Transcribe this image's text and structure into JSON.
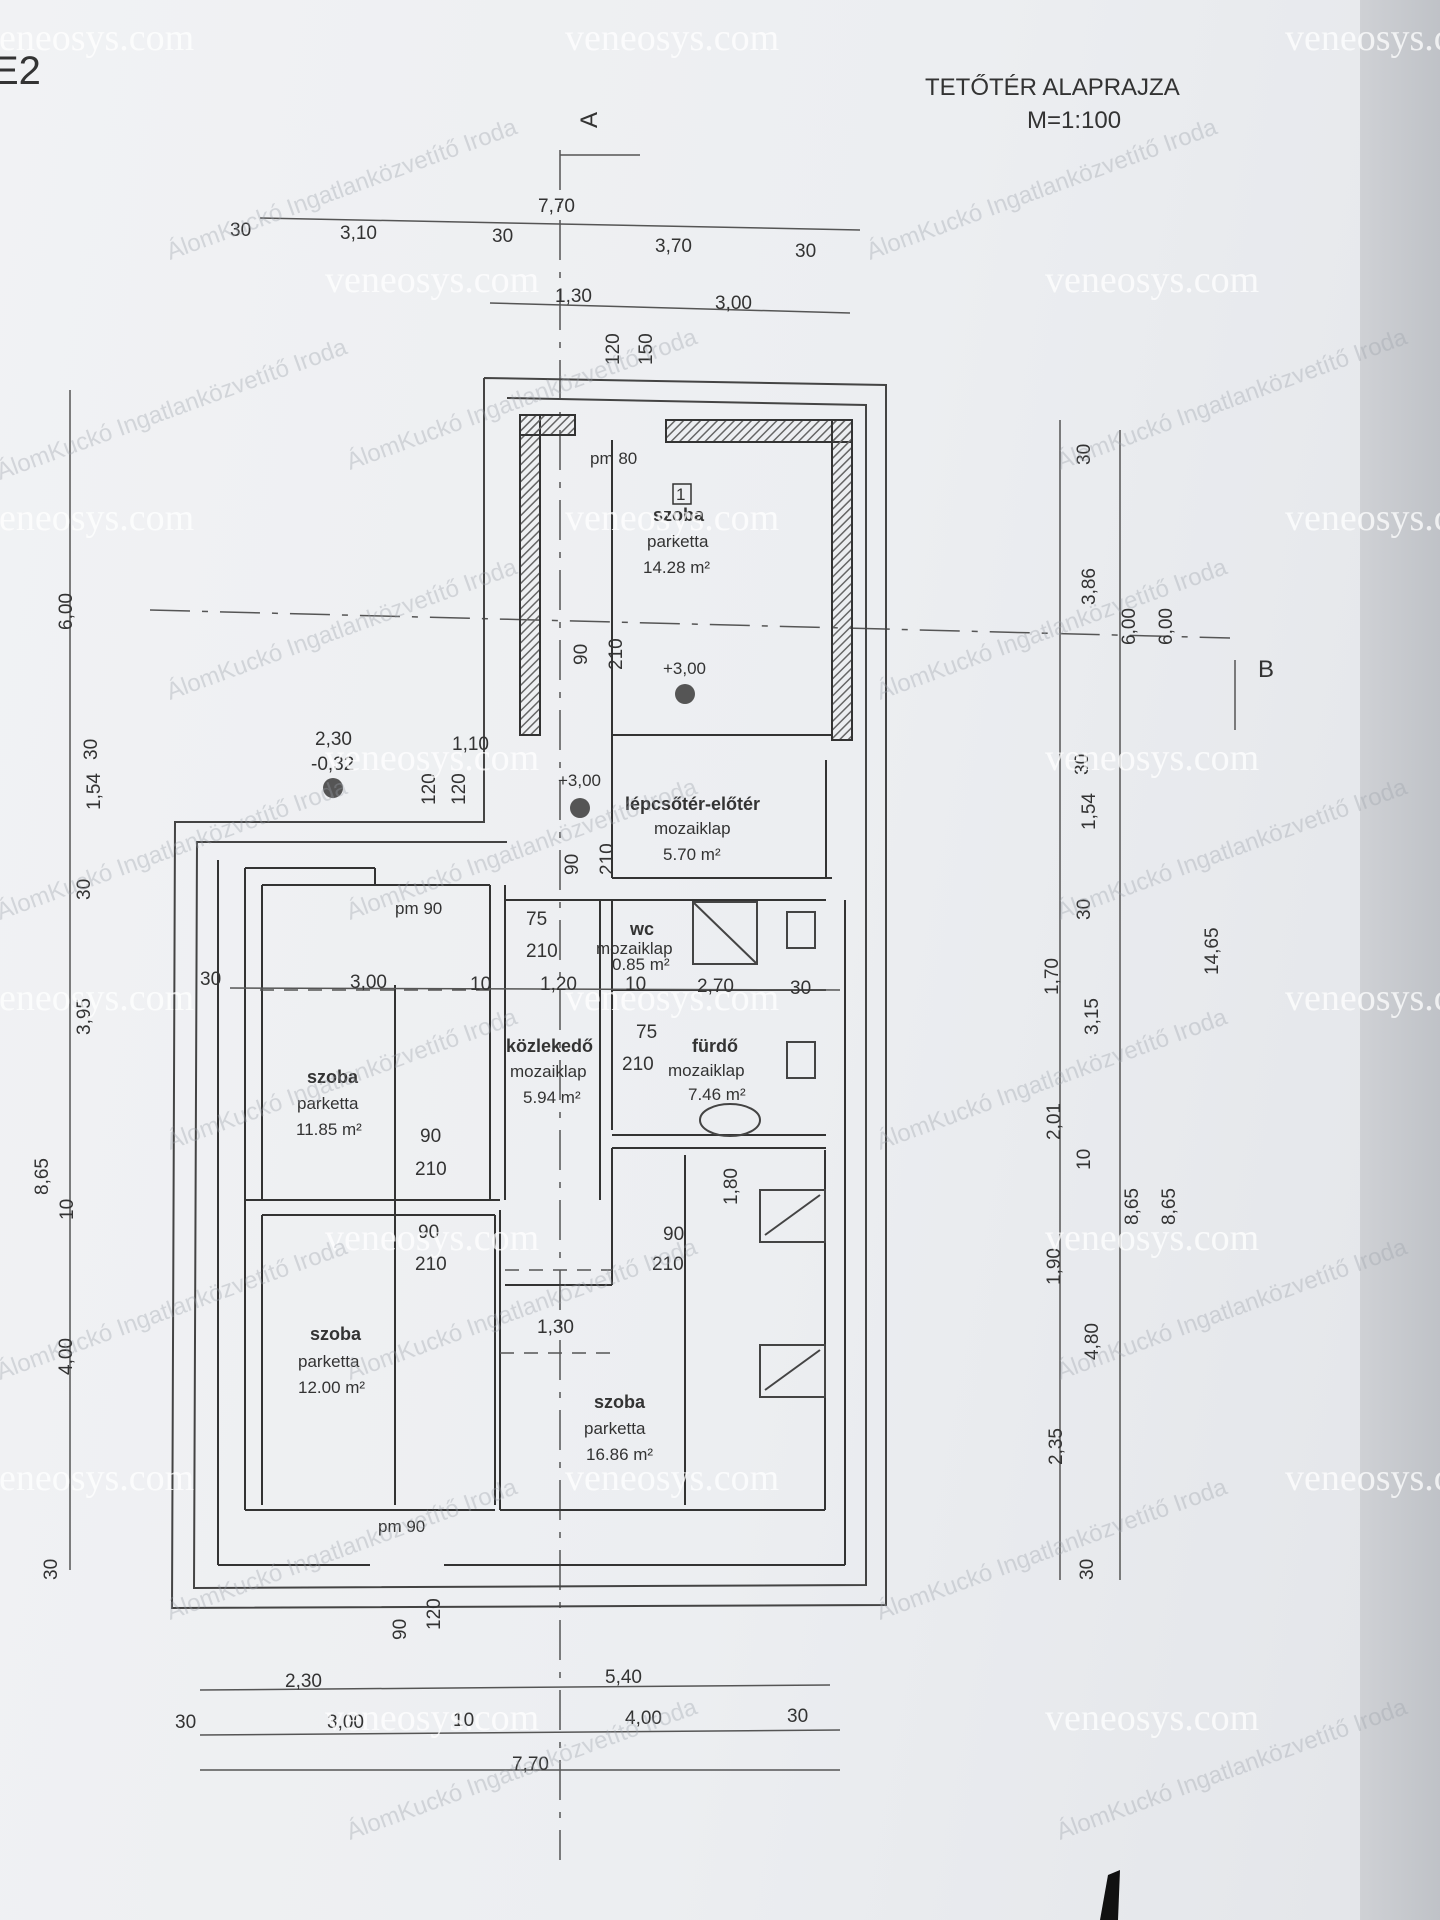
{
  "sheet_label": "E2",
  "title": {
    "line1": "TETŐTÉR ALAPRAJZA",
    "line2": "M=1:100"
  },
  "section_marks": {
    "a": "A",
    "b": "B"
  },
  "rooms": [
    {
      "id": "r1",
      "number": "1",
      "name": "szoba",
      "floor": "parketta",
      "area": "14.28 m²",
      "level": "+3,00",
      "window": "pm 80"
    },
    {
      "id": "r2",
      "name": "lépcsőtér-előtér",
      "floor": "mozaiklap",
      "area": "5.70 m²",
      "level": "+3,00"
    },
    {
      "id": "r3",
      "name": "wc",
      "floor": "mozaiklap",
      "area": "0.85 m²"
    },
    {
      "id": "r4",
      "name": "közlekedő",
      "floor": "mozaiklap",
      "area": "5.94 m²"
    },
    {
      "id": "r5",
      "name": "fürdő",
      "floor": "mozaiklap",
      "area": "7.46 m²"
    },
    {
      "id": "r6",
      "name": "szoba",
      "floor": "parketta",
      "area": "11.85 m²",
      "window": "pm 90"
    },
    {
      "id": "r7",
      "name": "szoba",
      "floor": "parketta",
      "area": "12.00 m²",
      "window": "pm 90"
    },
    {
      "id": "r8",
      "name": "szoba",
      "floor": "parketta",
      "area": "16.86 m²"
    }
  ],
  "outside_level": {
    "width": "2,30",
    "level": "-0,32",
    "gap": "1,10"
  },
  "top_dims": {
    "total": "7,70",
    "row2": [
      "30",
      "3,10",
      "30",
      "3,70",
      "30"
    ],
    "row3": [
      "1,30",
      "3,00"
    ],
    "vert": [
      "120",
      "150"
    ]
  },
  "bottom_dims": {
    "row1": [
      "2,30",
      "5,40"
    ],
    "row2": [
      "30",
      "3,00",
      "10",
      "4,00",
      "30"
    ],
    "total": "7,70",
    "vert": [
      "90",
      "120"
    ]
  },
  "left_dims": [
    "6,00",
    "30",
    "1,54",
    "30",
    "3,95",
    "8,65",
    "10",
    "4,00",
    "30"
  ],
  "right_dims": [
    "30",
    "3,86",
    "6,00",
    "6,00",
    "30",
    "1,54",
    "30",
    "1,70",
    "3,15",
    "14,65",
    "2,01",
    "10",
    "8,65",
    "8,65",
    "1,90",
    "4,80",
    "2,35",
    "30"
  ],
  "door_dims": {
    "d1": [
      "90",
      "210"
    ],
    "d2": [
      "120",
      "120"
    ],
    "d3": [
      "90",
      "210"
    ],
    "d4": [
      "75",
      "210"
    ],
    "d5": [
      "75",
      "210"
    ],
    "d6": [
      "90",
      "210"
    ],
    "d7": [
      "90",
      "210"
    ],
    "d8": [
      "90",
      "210"
    ],
    "d9": [
      "1,80"
    ],
    "d10": [
      "1,30"
    ]
  },
  "inner_dims": {
    "left": "30",
    "a": "3,00",
    "b": "10",
    "c": "1,20",
    "d": "10",
    "e": "2,70",
    "f": "30"
  },
  "watermarks": {
    "site": "veneosys.com",
    "agency": "ÁlomKuckó Ingatlanközvetítő Iroda"
  }
}
